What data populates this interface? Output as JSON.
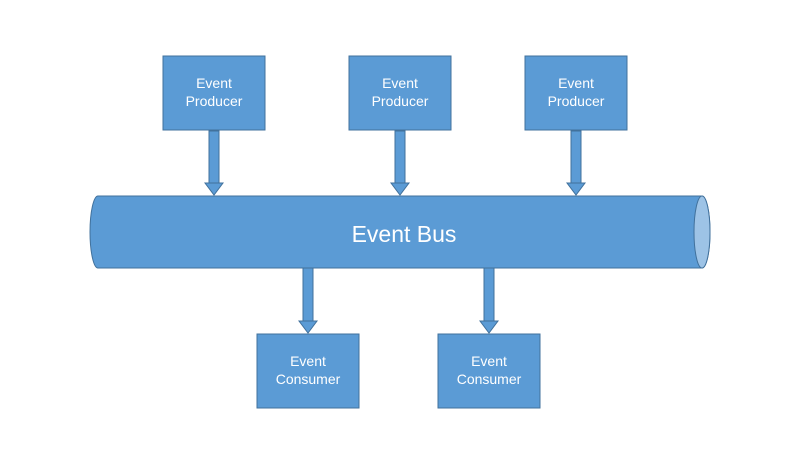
{
  "colors": {
    "fill": "#5b9bd5",
    "stroke": "#41719c",
    "cap": "#9dc3e6",
    "text": "#ffffff"
  },
  "bus": {
    "label": "Event Bus"
  },
  "producers": [
    {
      "line1": "Event",
      "line2": "Producer"
    },
    {
      "line1": "Event",
      "line2": "Producer"
    },
    {
      "line1": "Event",
      "line2": "Producer"
    }
  ],
  "consumers": [
    {
      "line1": "Event",
      "line2": "Consumer"
    },
    {
      "line1": "Event",
      "line2": "Consumer"
    }
  ]
}
